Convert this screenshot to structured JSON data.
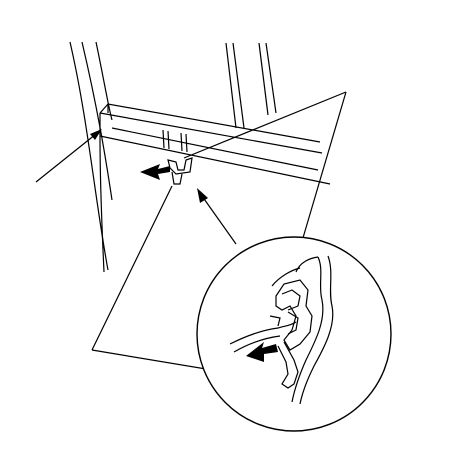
{
  "figure": {
    "type": "technical-line-illustration",
    "background_color": "#ffffff",
    "line_color": "#000000",
    "parts": {
      "frame_pillar": "panel-edge",
      "cross_member": "horizontal-rail",
      "clip": "retaining-clip",
      "detail_view": "magnified-clip-detail",
      "arrows": [
        "leader-to-panel-edge",
        "push-direction-arrow",
        "leader-to-detail",
        "detail-push-arrow"
      ]
    }
  }
}
